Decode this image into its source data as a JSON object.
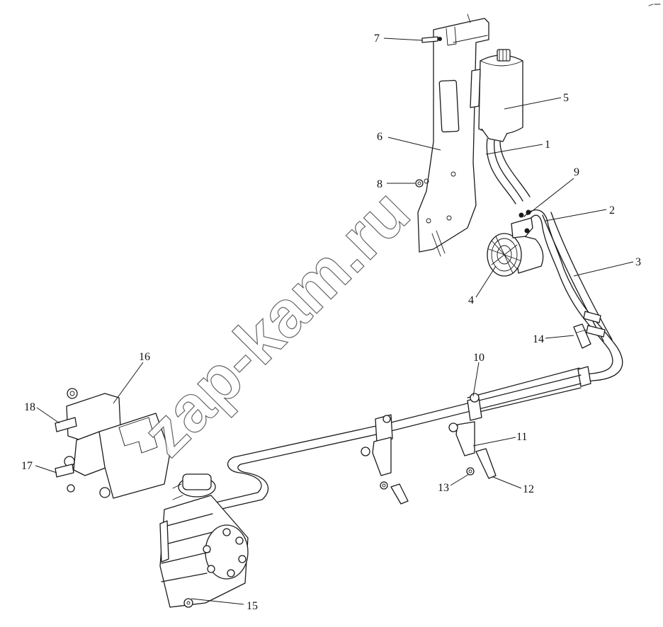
{
  "watermark": "zap-kam.ru",
  "callouts": [
    {
      "id": "7",
      "text": "7"
    },
    {
      "id": "5",
      "text": "5"
    },
    {
      "id": "6",
      "text": "6"
    },
    {
      "id": "1",
      "text": "1"
    },
    {
      "id": "9",
      "text": "9"
    },
    {
      "id": "8",
      "text": "8"
    },
    {
      "id": "2",
      "text": "2"
    },
    {
      "id": "3",
      "text": "3"
    },
    {
      "id": "4",
      "text": "4"
    },
    {
      "id": "14",
      "text": "14"
    },
    {
      "id": "16",
      "text": "16"
    },
    {
      "id": "10",
      "text": "10"
    },
    {
      "id": "18",
      "text": "18"
    },
    {
      "id": "11",
      "text": "11"
    },
    {
      "id": "17",
      "text": "17"
    },
    {
      "id": "13",
      "text": "13"
    },
    {
      "id": "12",
      "text": "12"
    },
    {
      "id": "15",
      "text": "15"
    }
  ]
}
